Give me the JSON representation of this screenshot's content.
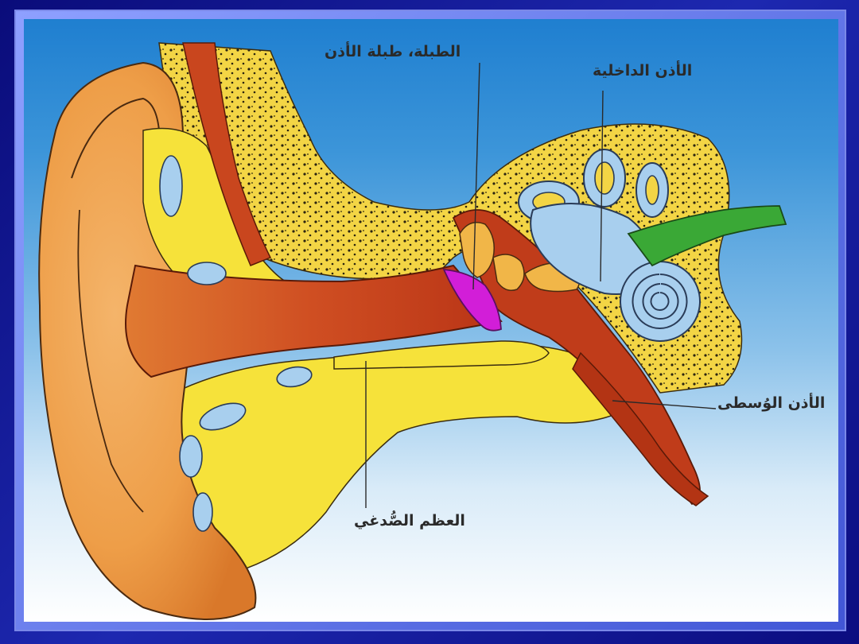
{
  "labels": {
    "tympanum": "الطبلة، طبلة الأذن",
    "inner_ear": "الأذن الداخلية",
    "middle_ear": "الأذن الوُسطى",
    "temporal_bone": "العظم الصُّدغي"
  },
  "colors": {
    "background_outer": "#1a1c8c",
    "panel_top": "#1f7fd0",
    "panel_bottom": "#ffffff",
    "skin": "#f0a24a",
    "canal": "#c9461e",
    "bone": "#f6e23a",
    "cartilage": "#a8cfee",
    "eardrum": "#d21ed8",
    "nerve": "#3aa836"
  }
}
